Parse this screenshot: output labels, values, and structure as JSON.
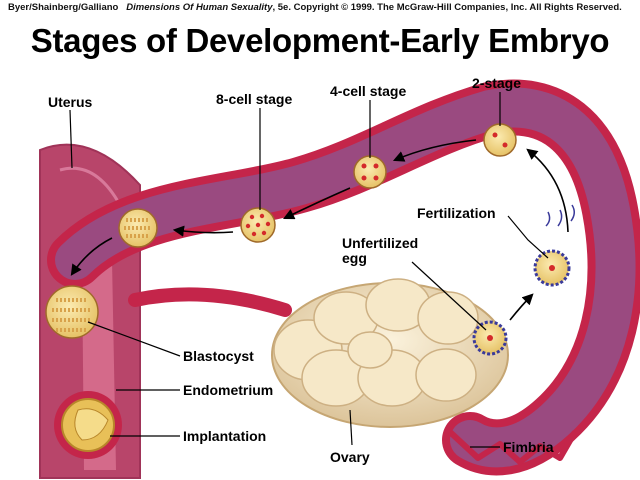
{
  "credit": {
    "authors": "Byer/Shainberg/Galliano",
    "book": "Dimensions Of Human Sexuality",
    "rest": ", 5e. Copyright © 1999. The McGraw-Hill Companies, Inc. All Rights Reserved."
  },
  "title": "Stages of Development-Early Embryo",
  "labels": {
    "uterus": "Uterus",
    "eight_cell": "8-cell stage",
    "four_cell": "4-cell stage",
    "two_stage": "2-stage",
    "fertilization": "Fertilization",
    "unfertilized_1": "Unfertilized",
    "unfertilized_2": "egg",
    "blastocyst": "Blastocyst",
    "endometrium": "Endometrium",
    "implantation": "Implantation",
    "ovary": "Ovary",
    "fimbria": "Fimbria"
  },
  "colors": {
    "tissue": "#b8456a",
    "tube_wall": "#c4254a",
    "lumen": "#9a4a80",
    "uterine_cavity": "#d46a8a",
    "ovary": "#efe0c0",
    "cell_fill": "#f8dc90",
    "nucleus": "#d42a2a",
    "sperm": "#3a3a9a"
  }
}
